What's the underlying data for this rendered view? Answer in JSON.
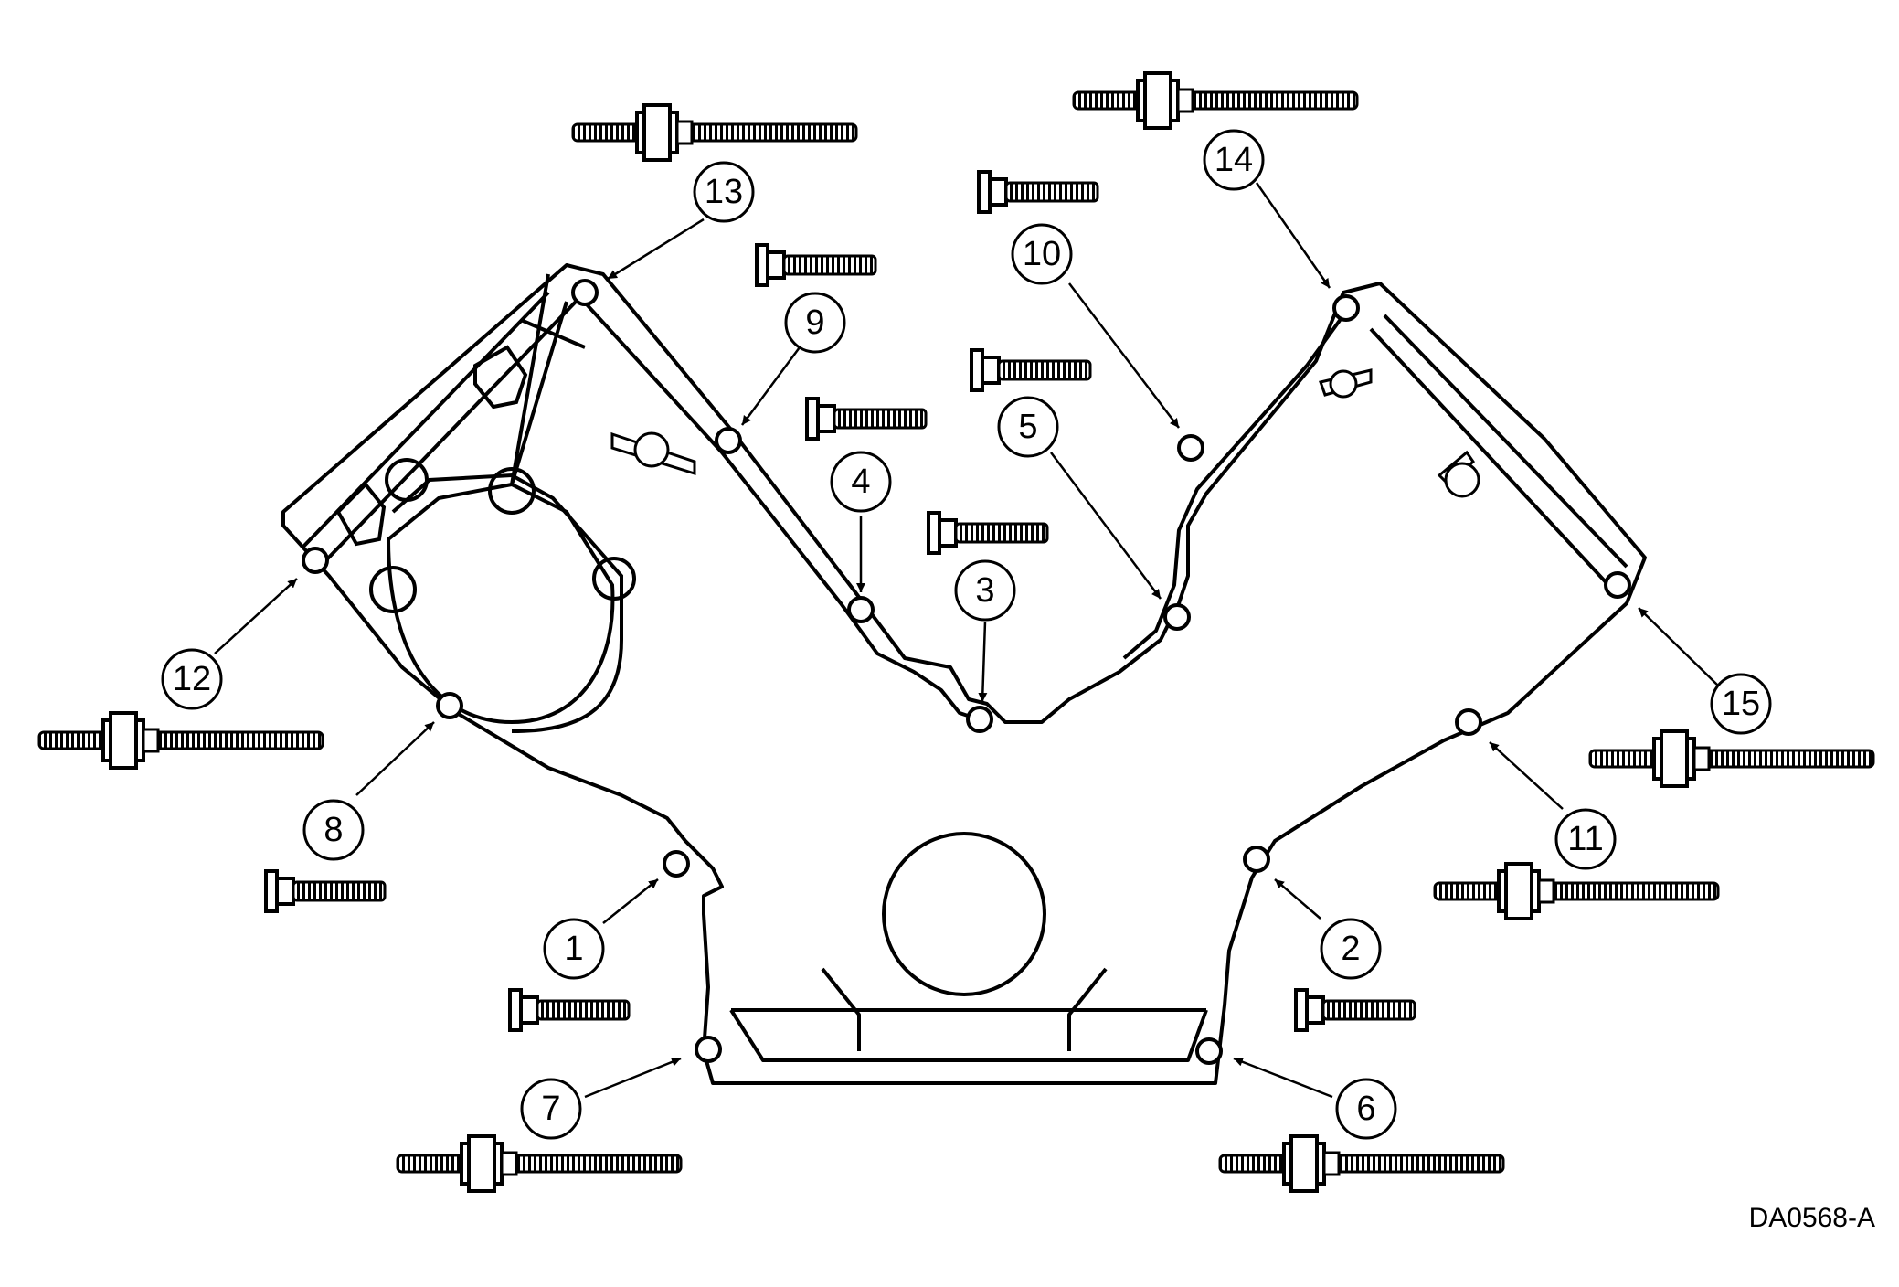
{
  "figure_id": "DA0568-A",
  "callouts": [
    "1",
    "2",
    "3",
    "4",
    "5",
    "6",
    "7",
    "8",
    "9",
    "10",
    "11",
    "12",
    "13",
    "14",
    "15"
  ]
}
